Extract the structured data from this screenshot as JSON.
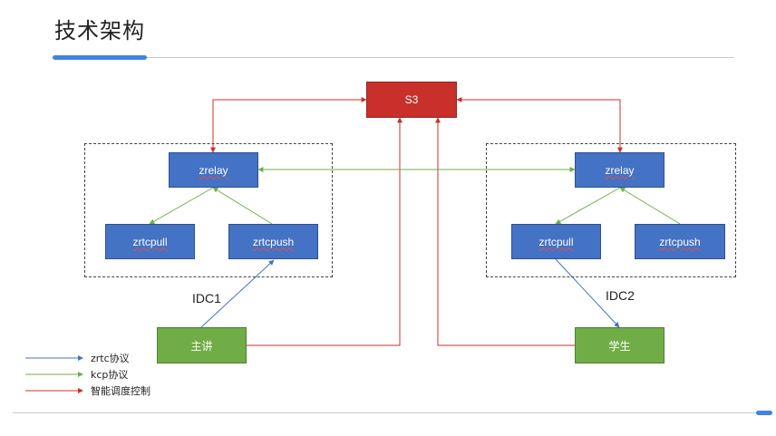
{
  "title": "技术架构",
  "colors": {
    "accent": "#3f84e5",
    "zrtc": "#4472c4",
    "kcp": "#70ad47",
    "control": "#c9302c"
  },
  "nodes": {
    "s3": "S3",
    "idc1_zrelay": "zrelay",
    "idc1_zrtcpull": "zrtcpull",
    "idc1_zrtcpush": "zrtcpush",
    "idc2_zrelay": "zrelay",
    "idc2_zrtcpull": "zrtcpull",
    "idc2_zrtcpush": "zrtcpush",
    "host": "主讲",
    "student": "学生"
  },
  "groups": {
    "idc1": "IDC1",
    "idc2": "IDC2"
  },
  "legend": [
    {
      "label": "zrtc协议",
      "color": "#4472c4"
    },
    {
      "label": "kcp协议",
      "color": "#70ad47"
    },
    {
      "label": "智能调度控制",
      "color": "#c9302c"
    }
  ]
}
